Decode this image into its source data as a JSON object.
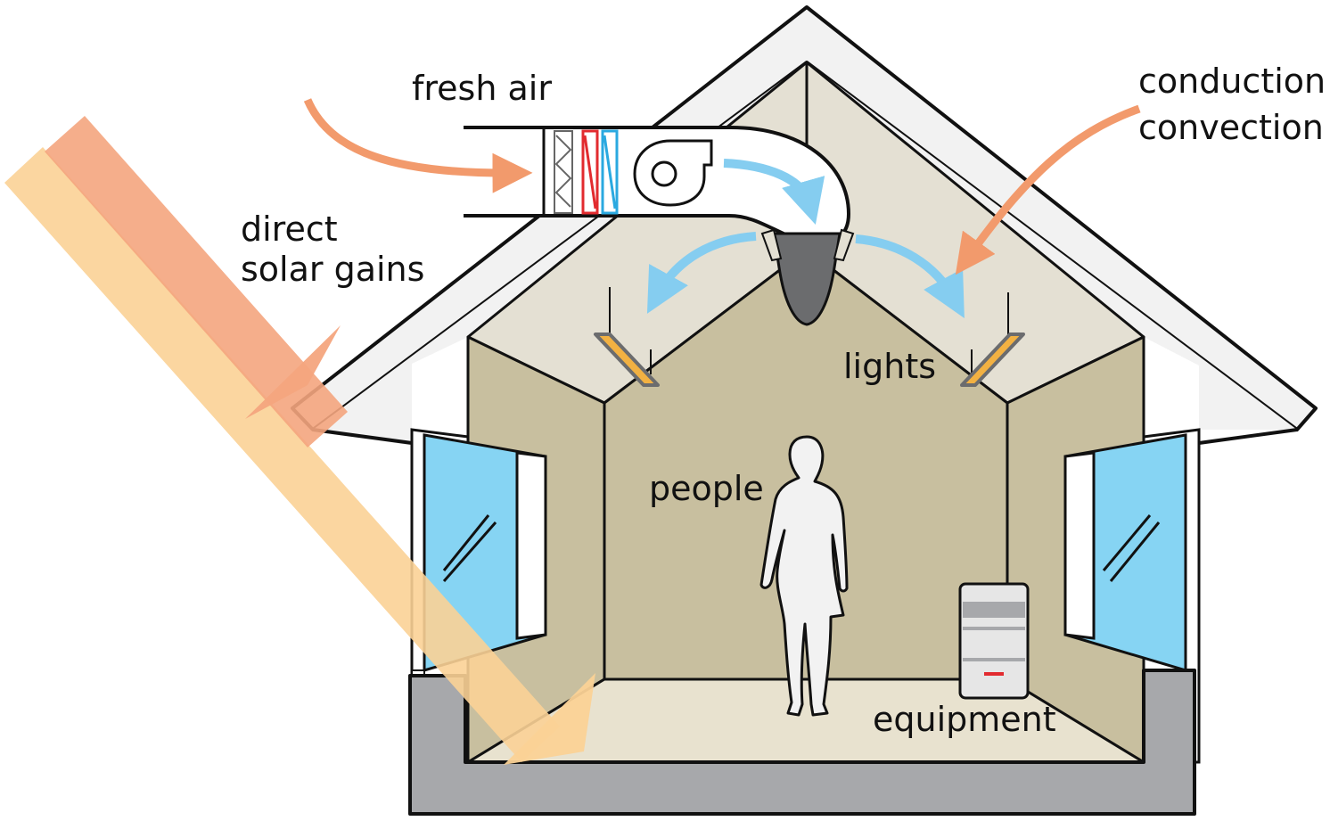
{
  "labels": {
    "fresh_air": "fresh air",
    "conduction": "conduction",
    "convection": "convection",
    "direct": "direct",
    "solar_gains": "solar gains",
    "lights": "lights",
    "people": "people",
    "equipment": "equipment"
  },
  "icons": {
    "fan": "centrifugal-fan-icon",
    "person": "person-silhouette-icon",
    "equipment": "equipment-cabinet-icon",
    "light": "ceiling-light-icon"
  },
  "colors": {
    "wall": "#c8bf9f",
    "ceiling_light": "#e4e0d3",
    "floor": "#e8e2cf",
    "roof": "#f2f2f2",
    "foundation": "#a7a8ab",
    "glass": "#86d4f3",
    "solar_dark": "#f4a57e",
    "solar_light": "#fbd296",
    "heat_arrow": "#f29a6c",
    "air_arrow": "#85cdf0",
    "heater_red": "#e22b2f",
    "cooler_blue": "#2aa9e0",
    "diffuser": "#6b6c6e",
    "light_fixture": "#f2b142"
  }
}
